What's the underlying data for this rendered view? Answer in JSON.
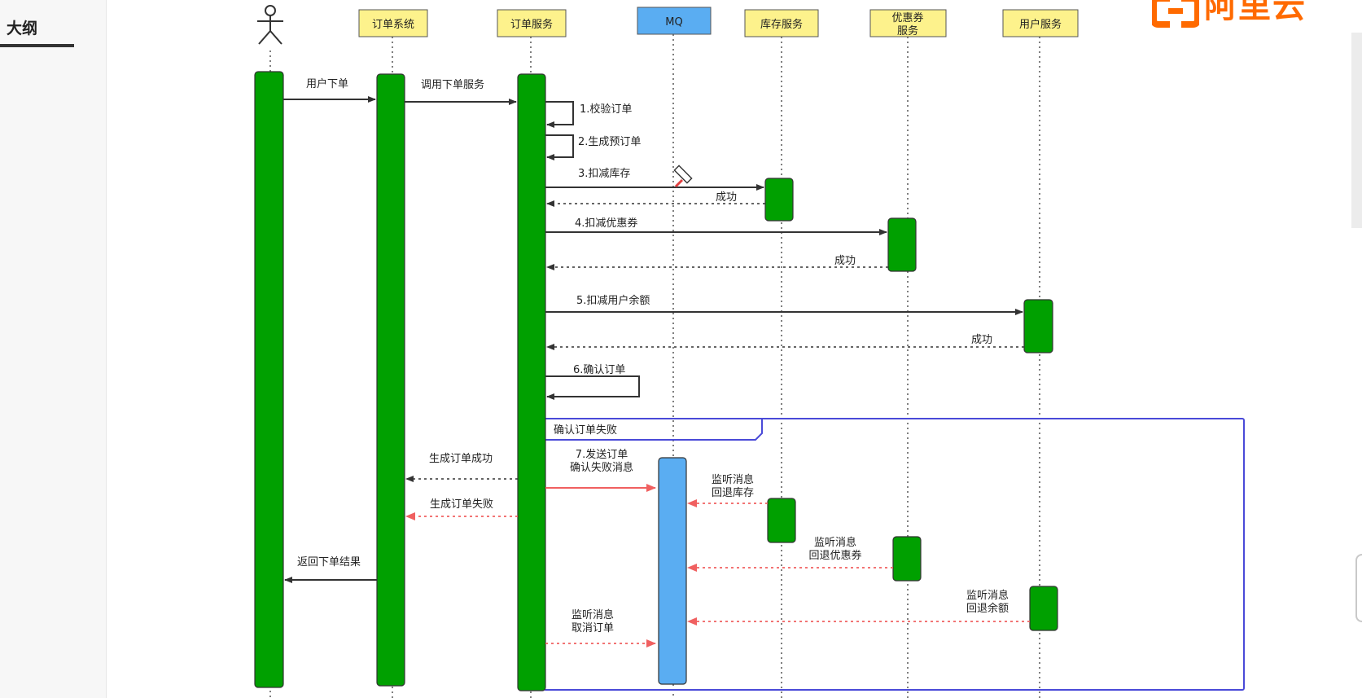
{
  "sidebar": {
    "title": "大纲"
  },
  "logo": {
    "text": "阿里云"
  },
  "colors": {
    "activation": "#00a000",
    "mq_activation": "#5aadf2",
    "participant_box": "#fdf28c",
    "mq_box": "#5aadf2",
    "frame": "#4a4ad8",
    "error_arrow": "#f06060",
    "arrow": "#333333"
  },
  "participants": [
    {
      "id": "user",
      "label": "",
      "type": "actor"
    },
    {
      "id": "order_system",
      "label": "订单系统"
    },
    {
      "id": "order_service",
      "label": "订单服务"
    },
    {
      "id": "mq",
      "label": "MQ"
    },
    {
      "id": "stock",
      "label": "库存服务"
    },
    {
      "id": "coupon",
      "label": "优惠券\n服务"
    },
    {
      "id": "userservice",
      "label": "用户服务"
    }
  ],
  "frame": {
    "label": "确认订单失败"
  },
  "messages": [
    {
      "label": "用户下单"
    },
    {
      "label": "调用下单服务"
    },
    {
      "label": "1.校验订单"
    },
    {
      "label": "2.生成预订单"
    },
    {
      "label": "3.扣减库存"
    },
    {
      "label": "成功"
    },
    {
      "label": "4.扣减优惠券"
    },
    {
      "label": "成功"
    },
    {
      "label": "5.扣减用户余额"
    },
    {
      "label": "成功"
    },
    {
      "label": "6.确认订单"
    },
    {
      "label": "7.发送订单\n确认失败消息"
    },
    {
      "label": "生成订单成功"
    },
    {
      "label": "生成订单失败"
    },
    {
      "label": "监听消息\n回退库存"
    },
    {
      "label": "监听消息\n回退优惠券"
    },
    {
      "label": "监听消息\n回退余额"
    },
    {
      "label": "返回下单结果"
    },
    {
      "label": "监听消息\n取消订单"
    }
  ]
}
